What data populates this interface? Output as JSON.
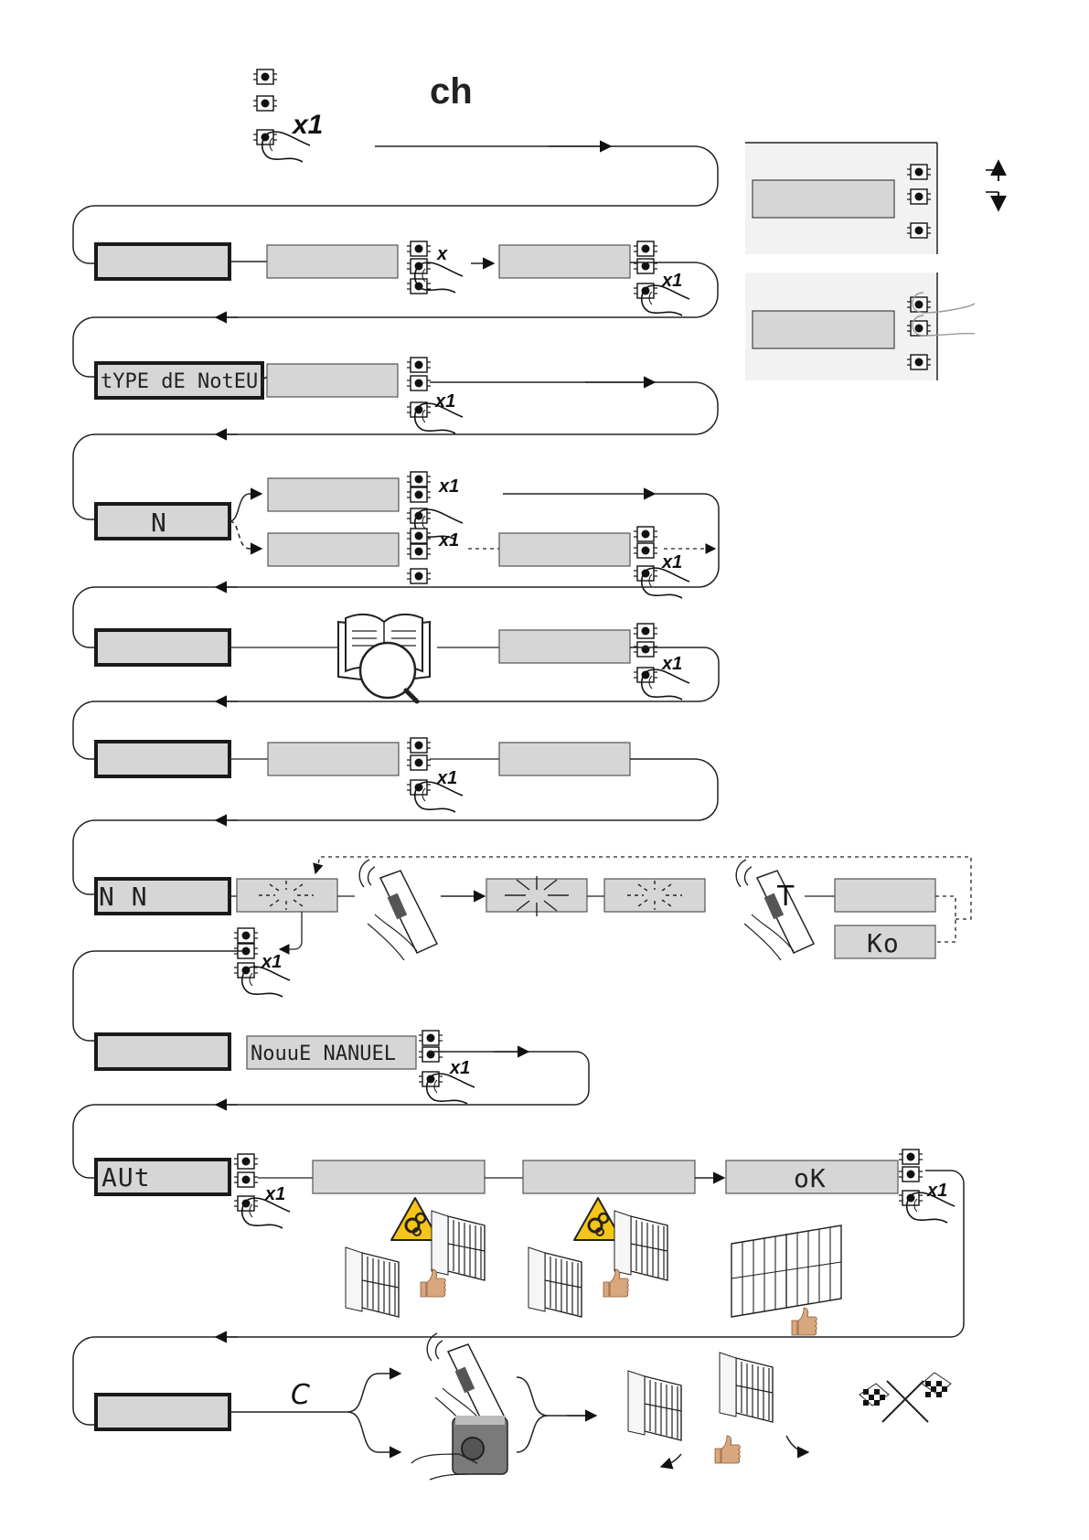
{
  "title": "ch",
  "labels": {
    "press_x1": "x1",
    "press_x": "x",
    "motor_type": "tYPE dE NotEUr",
    "motor_m": "N",
    "m_m": "N N",
    "ko": "Ko",
    "t_letter": "T",
    "manual_move": "NouuE NANUEL",
    "aut": "AUt",
    "ok": "oK",
    "c_letter": "C"
  },
  "icons": [
    "button-stack-icon",
    "finger-press-icon",
    "manual-book-icon",
    "magnifier-icon",
    "remote-control-icon",
    "warning-gears-icon",
    "gate-icon",
    "thumbs-up-icon",
    "key-switch-icon",
    "checkered-flags-icon",
    "up-down-arrows-icon"
  ],
  "colors": {
    "lcd_fill": "#d6d6d6",
    "lcd_border": "#1a1a1a",
    "line": "#222222",
    "panel_fill": "#f2f2f2",
    "thumb": "#d9a77e",
    "warning": "#f5c518"
  }
}
